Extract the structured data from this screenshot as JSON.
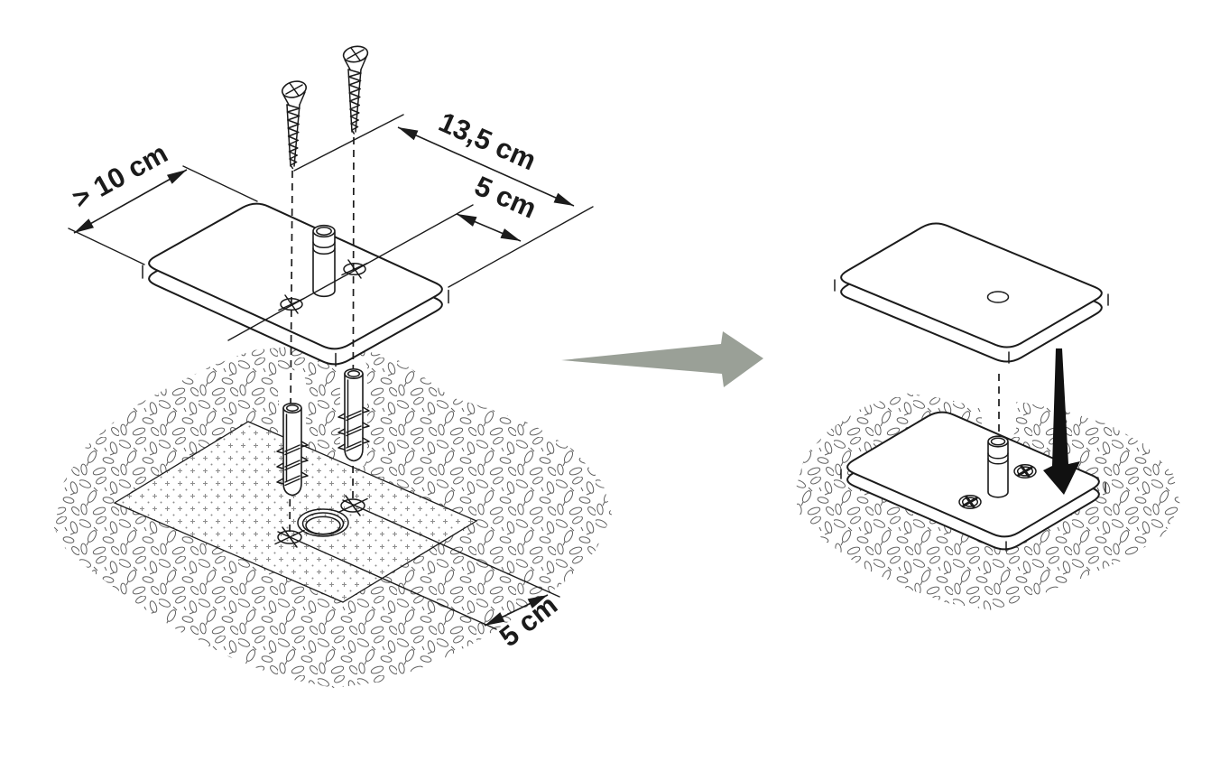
{
  "diagram": {
    "kind": "installation-instruction",
    "colors": {
      "background": "#ffffff",
      "line": "#1b1b1b",
      "texture": "#5f5f5f",
      "dots": "#8c8c8c",
      "transition_arrow": "#9aa097",
      "insert_arrow": "#111111"
    },
    "left_panel": {
      "description": "exploded view: screws, wall plugs, base plate and drilling layout with dimensions",
      "labels": {
        "edge_clearance": "> 10 cm",
        "plate_length": "13,5 cm",
        "pin_offset": "5 cm",
        "hole_offset": "5 cm"
      }
    },
    "right_panel": {
      "description": "cover plate being placed over mounted base plate"
    }
  }
}
